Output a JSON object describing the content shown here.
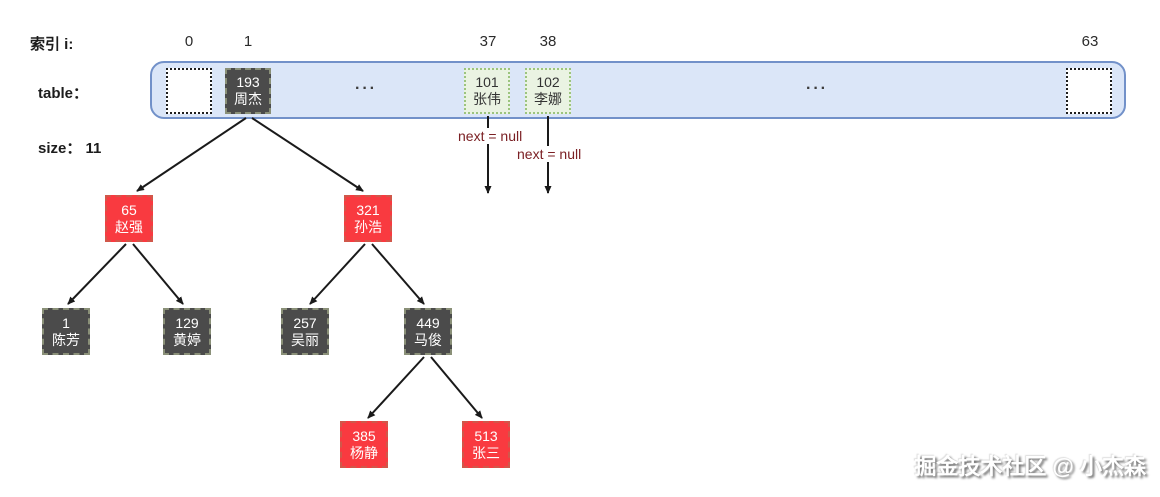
{
  "side_labels": {
    "index": "索引 i:",
    "table": "table：",
    "size_label": "size：",
    "size_value": "11"
  },
  "index_ticks": [
    "0",
    "1",
    "37",
    "38",
    "63"
  ],
  "table_cells": {
    "cell_1": {
      "hash": "193",
      "name": "周杰"
    },
    "cell_37": {
      "hash": "101",
      "name": "张伟"
    },
    "cell_38": {
      "hash": "102",
      "name": "李娜"
    },
    "ellipsis": "···"
  },
  "next_pointers": {
    "cell_37": "next = null",
    "cell_38": "next = null"
  },
  "tree": {
    "nodes": [
      {
        "hash": "65",
        "name": "赵强",
        "color": "red"
      },
      {
        "hash": "321",
        "name": "孙浩",
        "color": "red"
      },
      {
        "hash": "1",
        "name": "陈芳",
        "color": "black"
      },
      {
        "hash": "129",
        "name": "黄婷",
        "color": "black"
      },
      {
        "hash": "257",
        "name": "吴丽",
        "color": "black"
      },
      {
        "hash": "449",
        "name": "马俊",
        "color": "black"
      },
      {
        "hash": "385",
        "name": "杨静",
        "color": "red"
      },
      {
        "hash": "513",
        "name": "张三",
        "color": "red"
      }
    ]
  },
  "watermark": "掘金技术社区 @ 小杰森",
  "colors": {
    "table_fill": "#dbe6f8",
    "table_border": "#7291c9",
    "green_cell_fill": "#eaf3e2",
    "green_cell_border": "#9cc47e",
    "dark_node_fill": "#4b4b4b",
    "red_node_fill": "#f93a40",
    "next_null_text": "#7b2024",
    "arrow": "#1a1a1a"
  }
}
